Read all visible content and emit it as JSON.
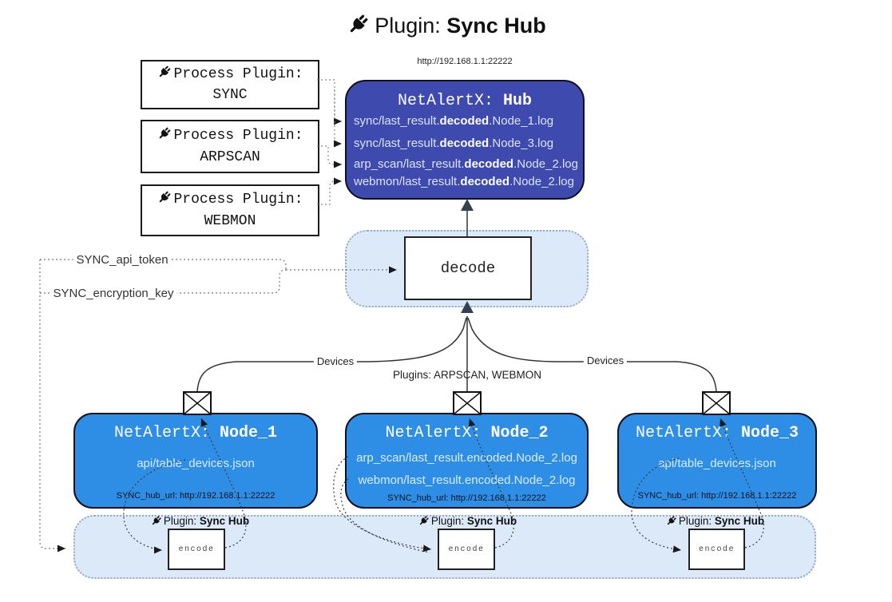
{
  "title": {
    "prefix": "Plugin:",
    "name": "Sync Hub"
  },
  "process_plugins": [
    {
      "label": "Process Plugin:",
      "name": "SYNC"
    },
    {
      "label": "Process Plugin:",
      "name": "ARPSCAN"
    },
    {
      "label": "Process Plugin:",
      "name": "WEBMON"
    }
  ],
  "hub": {
    "url": "http://192.168.1.1:22222",
    "title_prefix": "NetAlertX:",
    "title_name": "Hub",
    "logs": [
      {
        "pre": "sync/last_result.",
        "bold": "decoded",
        "post": ".Node_1.log"
      },
      {
        "pre": "sync/last_result.",
        "bold": "decoded",
        "post": ".Node_3.log"
      },
      {
        "pre": "arp_scan/last_result.",
        "bold": "decoded",
        "post": ".Node_2.log"
      },
      {
        "pre": "webmon/last_result.",
        "bold": "decoded",
        "post": ".Node_2.log"
      }
    ]
  },
  "decode": {
    "label": "decode"
  },
  "config_labels": {
    "api_token": "SYNC_api_token",
    "encryption_key": "SYNC_encryption_key"
  },
  "edge_labels": {
    "devices_left": "Devices",
    "plugins_center": "Plugins: ARPSCAN, WEBMON",
    "devices_right": "Devices"
  },
  "nodes": [
    {
      "title_prefix": "NetAlertX:",
      "title_name": "Node_1",
      "files": [
        "api/table_devices.json"
      ],
      "hub_url": "SYNC_hub_url: http://192.168.1.1:22222"
    },
    {
      "title_prefix": "NetAlertX:",
      "title_name": "Node_2",
      "files": [
        "arp_scan/last_result.encoded.Node_2.log",
        "webmon/last_result.encoded.Node_2.log"
      ],
      "hub_url": "SYNC_hub_url: http://192.168.1.1:22222"
    },
    {
      "title_prefix": "NetAlertX:",
      "title_name": "Node_3",
      "files": [
        "api/table_devices.json"
      ],
      "hub_url": "SYNC_hub_url: http://192.168.1.1:22222"
    }
  ],
  "encoders": [
    {
      "plugin_prefix": "Plugin:",
      "plugin_name": "Sync Hub",
      "label": "encode"
    },
    {
      "plugin_prefix": "Plugin:",
      "plugin_name": "Sync Hub",
      "label": "encode"
    },
    {
      "plugin_prefix": "Plugin:",
      "plugin_name": "Sync Hub",
      "label": "encode"
    }
  ],
  "icons": {
    "plug": "plug-icon",
    "envelope": "envelope-icon"
  },
  "colors": {
    "hub_fill": "#3E4AAD",
    "node_fill": "#2E8EE5",
    "panel_fill": "#DCE9F8",
    "panel_border": "#93AAC6",
    "arrow_dark": "#334150"
  }
}
